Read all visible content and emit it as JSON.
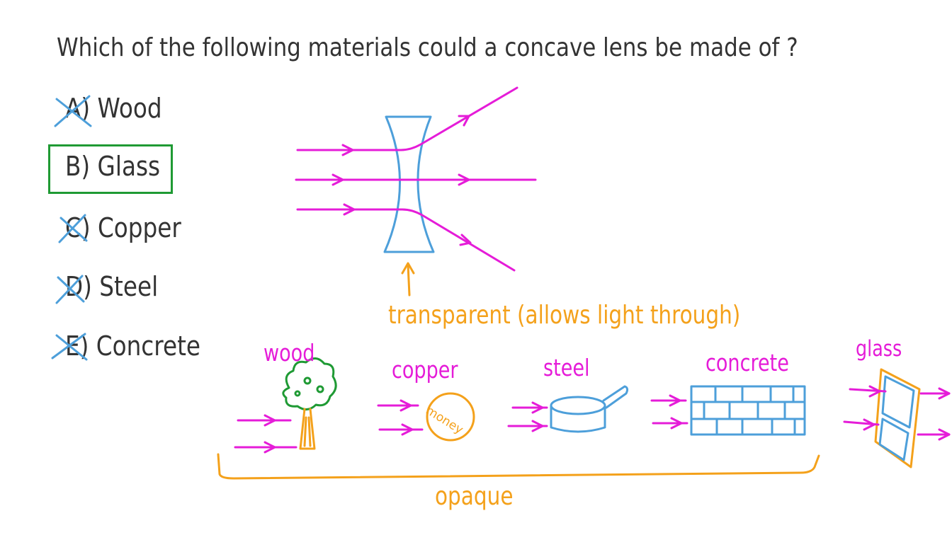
{
  "question": "Which of the following materials could a concave lens be made of ?",
  "options": [
    {
      "text": "A) Wood",
      "status": "crossed-out"
    },
    {
      "text": "B) Glass",
      "status": "correct"
    },
    {
      "text": "C) Copper",
      "status": "crossed-out"
    },
    {
      "text": "D) Steel",
      "status": "crossed-out"
    },
    {
      "text": "E) Concrete",
      "status": "crossed-out"
    }
  ],
  "labels": {
    "transparent": "transparent (allows light through)",
    "opaque": "opaque",
    "wood": "wood",
    "copper": "copper",
    "money": "money",
    "steel": "steel",
    "concrete": "concrete",
    "glass": "glass"
  },
  "colors": {
    "text": "#333333",
    "light_rays": "#e51cd8",
    "lens": "#4d9fda",
    "annotation": "#f4a11b",
    "correct_box": "#1f9a34",
    "cross_mark": "#4d9fda"
  }
}
